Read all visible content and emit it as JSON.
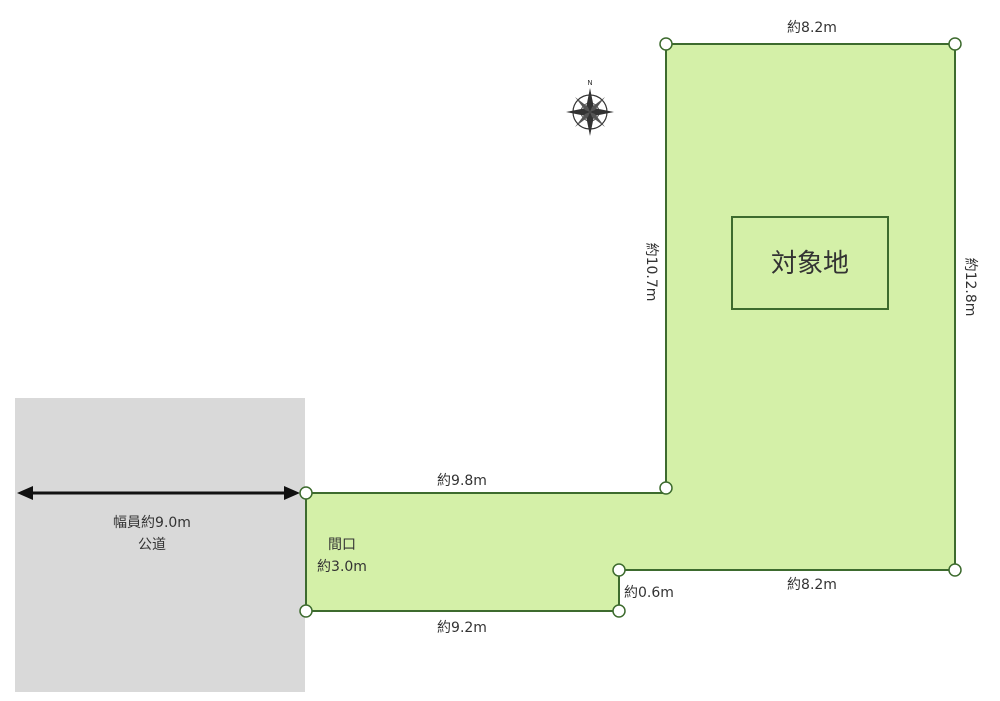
{
  "road": {
    "width_label": "幅員約9.0m",
    "type_label": "公道",
    "fill_color": "#d9d9d9"
  },
  "lot": {
    "fill_color": "#d4f0a8",
    "outline_color": "#3d6b2e",
    "title": "対象地"
  },
  "dimensions": {
    "top": "約8.2m",
    "right": "約12.8m",
    "inner_vertical": "約10.7m",
    "upper_step": "約9.8m",
    "lower_right": "約8.2m",
    "step_small": "約0.6m",
    "bottom": "約9.2m",
    "frontage_title": "間口",
    "frontage": "約3.0m"
  },
  "compass": {
    "north_label": "N",
    "icon": "compass-rose-icon"
  }
}
